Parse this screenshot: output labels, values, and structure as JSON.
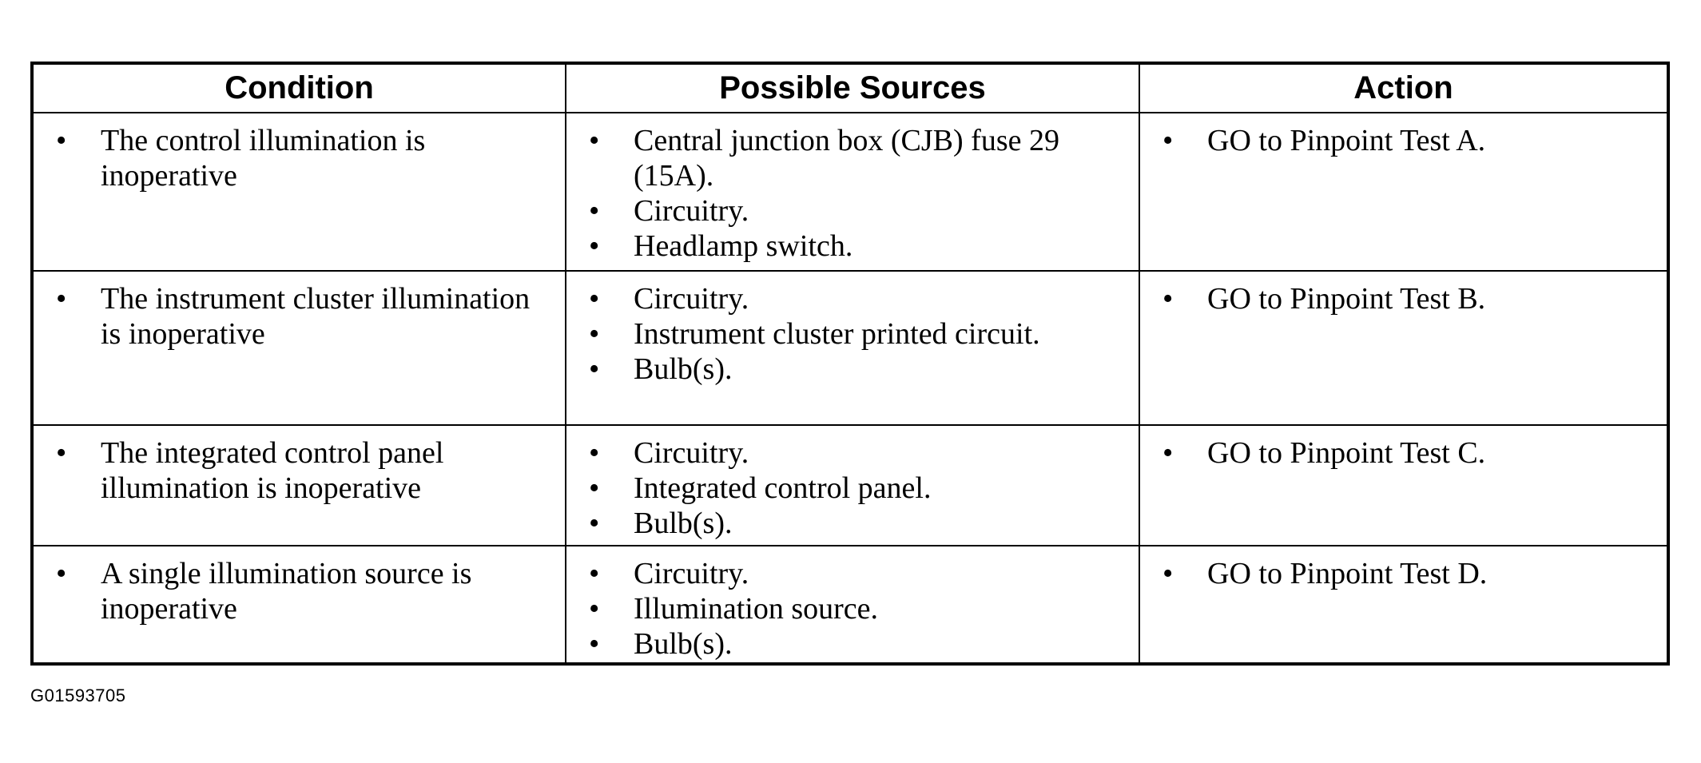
{
  "table": {
    "headers": [
      "Condition",
      "Possible Sources",
      "Action"
    ],
    "rows": [
      {
        "condition": [
          "The control illumination is inoperative"
        ],
        "sources": [
          "Central junction box (CJB) fuse 29 (15A).",
          "Circuitry.",
          "Headlamp switch."
        ],
        "action": [
          "GO to Pinpoint Test A."
        ]
      },
      {
        "condition": [
          "The instrument cluster illumination is inoperative"
        ],
        "sources": [
          "Circuitry.",
          "Instrument cluster printed circuit.",
          "Bulb(s)."
        ],
        "action": [
          "GO to Pinpoint Test B."
        ]
      },
      {
        "condition": [
          "The integrated control panel illumination is inoperative"
        ],
        "sources": [
          "Circuitry.",
          "Integrated control panel.",
          "Bulb(s)."
        ],
        "action": [
          "GO to Pinpoint Test C."
        ]
      },
      {
        "condition": [
          "A single illumination source is inoperative"
        ],
        "sources": [
          "Circuitry.",
          "Illumination source.",
          "Bulb(s)."
        ],
        "action": [
          "GO to Pinpoint Test D."
        ]
      }
    ]
  },
  "figure_id": "G01593705"
}
